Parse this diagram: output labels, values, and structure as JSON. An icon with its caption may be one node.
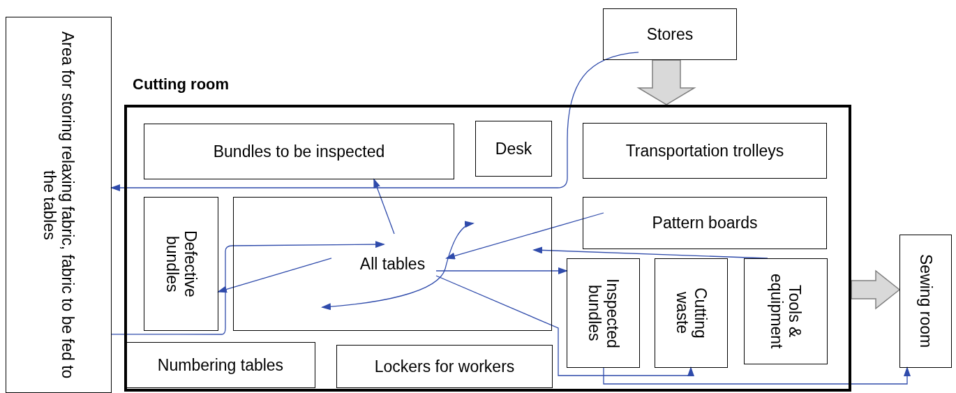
{
  "diagram": {
    "nodes": [
      {
        "text": [
          "Area for storing relaxing fabric, fabric to be fed to the tables"
        ]
      },
      {
        "text": [
          "Stores"
        ]
      },
      {
        "text": [
          "Cutting room"
        ]
      },
      {
        "text": [
          "Bundles to be inspected"
        ],
        "in": 2
      },
      {
        "text": [
          "Desk"
        ],
        "in": 2
      },
      {
        "text": [
          "Transportation trolleys"
        ],
        "in": 2
      },
      {
        "text": [
          "Defective bundles"
        ],
        "in": 2
      },
      {
        "text": [
          "All tables"
        ],
        "in": 2
      },
      {
        "text": [
          "Pattern boards"
        ],
        "in": 2
      },
      {
        "text": [
          "Inspected bundles"
        ],
        "in": 2
      },
      {
        "text": [
          "Cutting waste"
        ],
        "in": 2
      },
      {
        "text": [
          "Tools & equipment"
        ],
        "in": 2
      },
      {
        "text": [
          "Numbering tables"
        ],
        "in": 2
      },
      {
        "text": [
          "Lockers for workers"
        ],
        "in": 2
      },
      {
        "text": [
          "Sewing room"
        ]
      }
    ],
    "edges": [
      {
        "from": 1,
        "to": 0,
        "arrow": "to"
      },
      {
        "from": 1,
        "to": 2,
        "arrow": "to",
        "style": "thick",
        "color": "#d9d9d9"
      },
      {
        "from": 0,
        "to": 7,
        "arrow": "to"
      },
      {
        "from": 7,
        "to": 3,
        "arrow": "to"
      },
      {
        "from": 7,
        "to": 6,
        "arrow": "to"
      },
      {
        "from": 8,
        "to": 7,
        "arrow": "to"
      },
      {
        "from": 7,
        "to": 9,
        "arrow": "to"
      },
      {
        "from": 7,
        "to": 10,
        "arrow": "to"
      },
      {
        "from": 11,
        "to": 7,
        "arrow": "to"
      },
      {
        "from": 9,
        "to": 14,
        "arrow": "to"
      },
      {
        "from": 2,
        "to": 14,
        "arrow": "to",
        "style": "thick",
        "color": "#d9d9d9"
      }
    ]
  }
}
